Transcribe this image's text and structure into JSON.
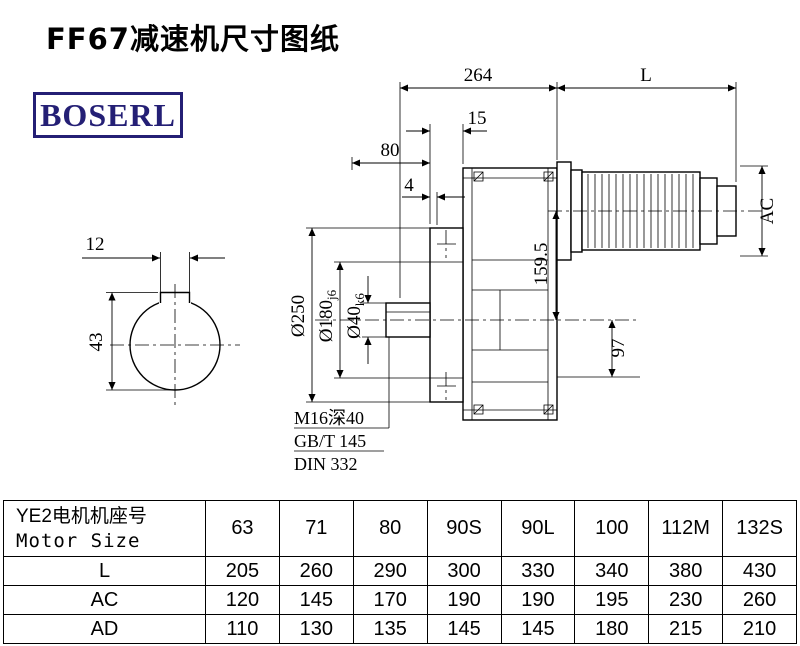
{
  "page": {
    "title": "FF67减速机尺寸图纸",
    "brand": "BOSERL",
    "brand_color": "#241f75"
  },
  "drawing": {
    "top_dims": {
      "overall": "264",
      "motor_len": "L"
    },
    "small_dims": {
      "d15": "15",
      "d80": "80",
      "d4": "4"
    },
    "right_dims": {
      "ac": "AC",
      "axis": "159.5",
      "d97": "97"
    },
    "left_dims": {
      "flange_od": "Ø250",
      "spigot": {
        "base": "Ø180",
        "sub": "j6"
      },
      "shaft": {
        "base": "Ø40",
        "sub": "k6"
      }
    },
    "end_view": {
      "key_width": "12",
      "key_depth": "43"
    },
    "notes": [
      "M16深40",
      "GB/T 145",
      "DIN 332"
    ]
  },
  "table": {
    "header_cn": "YE2电机机座号",
    "header_en": "Motor Size",
    "sizes": [
      "63",
      "71",
      "80",
      "90S",
      "90L",
      "100",
      "112M",
      "132S"
    ],
    "rows": [
      {
        "label": "L",
        "values": [
          "205",
          "260",
          "290",
          "300",
          "330",
          "340",
          "380",
          "430"
        ]
      },
      {
        "label": "AC",
        "values": [
          "120",
          "145",
          "170",
          "190",
          "190",
          "195",
          "230",
          "260"
        ]
      },
      {
        "label": "AD",
        "values": [
          "110",
          "130",
          "135",
          "145",
          "145",
          "180",
          "215",
          "210"
        ]
      }
    ]
  }
}
